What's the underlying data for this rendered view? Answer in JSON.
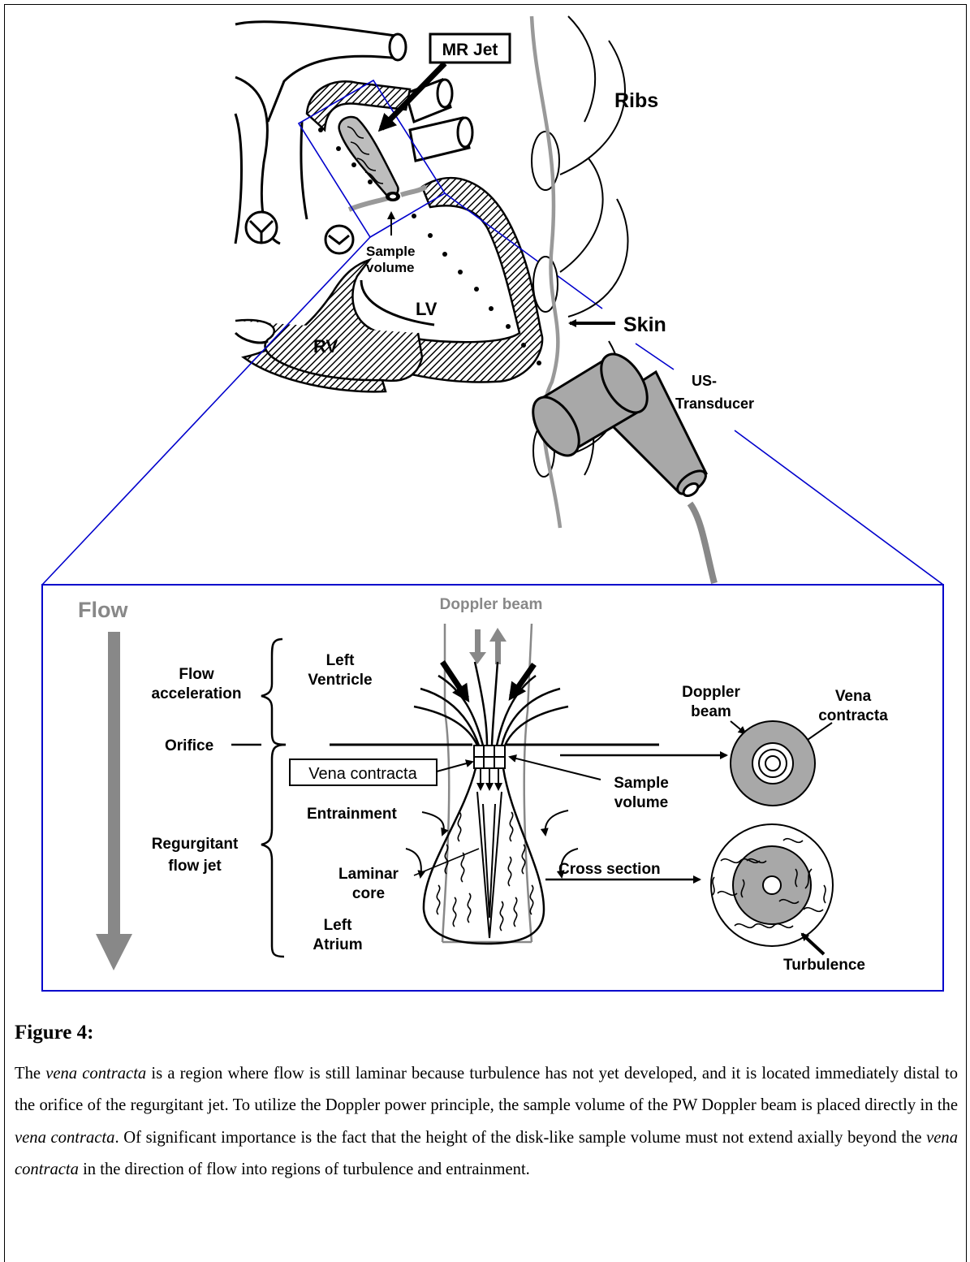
{
  "diagram": {
    "heart": {
      "mr_jet": "MR Jet",
      "ribs": "Ribs",
      "sample_volume_line1": "Sample",
      "sample_volume_line2": "volume",
      "lv": "LV",
      "rv": "RV",
      "skin": "Skin",
      "us_transducer_line1": "US-",
      "us_transducer_line2": "Transducer"
    },
    "inset": {
      "flow": "Flow",
      "doppler_beam_top": "Doppler beam",
      "flow_acceleration_line1": "Flow",
      "flow_acceleration_line2": "acceleration",
      "left_ventricle_line1": "Left",
      "left_ventricle_line2": "Ventricle",
      "orifice": "Orifice",
      "vena_contracta_box": "Vena contracta",
      "sample_volume_line1": "Sample",
      "sample_volume_line2": "volume",
      "entrainment": "Entrainment",
      "regurgitant_line1": "Regurgitant",
      "regurgitant_line2": "flow jet",
      "laminar_core_line1": "Laminar",
      "laminar_core_line2": "core",
      "left_atrium_line1": "Left",
      "left_atrium_line2": "Atrium",
      "doppler_beam_right_line1": "Doppler",
      "doppler_beam_right_line2": "beam",
      "vena_contracta_right_line1": "Vena",
      "vena_contracta_right_line2": "contracta",
      "cross_section": "Cross section",
      "turbulence": "Turbulence"
    },
    "colors": {
      "blue_lines": "#0000cc",
      "gray_fill": "#a8a8a8",
      "dark_gray": "#888888"
    }
  },
  "caption": {
    "title": "Figure 4:",
    "p1": "The ",
    "vc1": "vena contracta",
    "p2": " is a region where flow is still laminar because turbulence has not yet developed, and it is located immediately distal to the orifice of the regurgitant jet.  To utilize the Doppler power principle, the sample volume of the PW Doppler beam is placed directly in the ",
    "vc2": "vena contracta",
    "p3": ".  Of significant importance is the fact that the height of the disk-like sample volume must not extend axially beyond the ",
    "vc3": "vena contracta",
    "p4": " in the direction of flow into regions of turbulence and entrainment."
  }
}
